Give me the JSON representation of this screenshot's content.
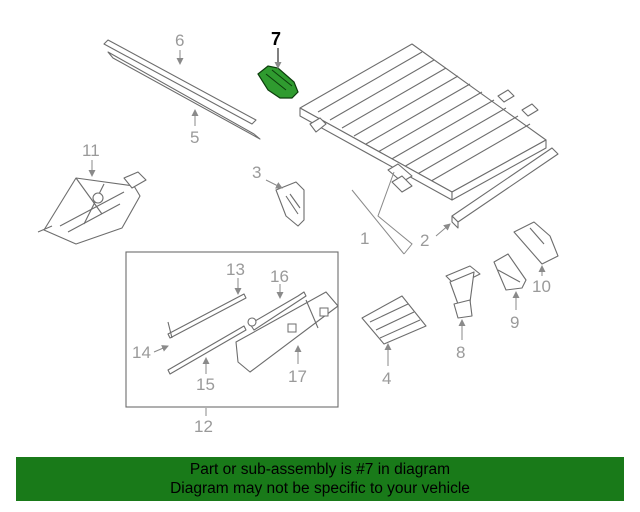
{
  "diagram": {
    "highlight_color": "#2f9b2f",
    "highlighted_part": "7",
    "callouts": [
      "1",
      "2",
      "3",
      "4",
      "5",
      "6",
      "7",
      "8",
      "9",
      "10",
      "11",
      "12",
      "13",
      "14",
      "15",
      "16",
      "17"
    ]
  },
  "banner": {
    "background": "#197a19",
    "line1": "Part or sub-assembly is #7 in diagram",
    "line2": "Diagram may not be specific to your vehicle"
  }
}
